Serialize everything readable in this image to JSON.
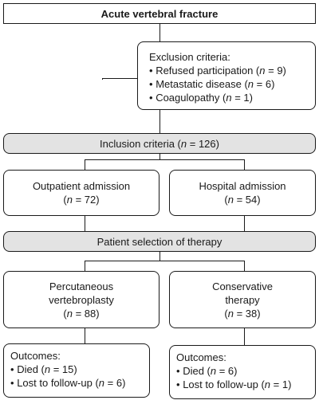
{
  "top": {
    "title": "Acute vertebral fracture"
  },
  "exclusion": {
    "heading": "Exclusion criteria:",
    "items": [
      {
        "bullet": "•",
        "label": "Refused participation (",
        "n_sym": "n",
        "n_val": " = 9)"
      },
      {
        "bullet": "•",
        "label": "Metastatic disease (",
        "n_sym": "n",
        "n_val": " = 6)"
      },
      {
        "bullet": "•",
        "label": "Coagulopathy (",
        "n_sym": "n",
        "n_val": " = 1)"
      }
    ]
  },
  "inclusion": {
    "label": "Inclusion criteria (",
    "n_sym": "n",
    "n_val": " = 126)"
  },
  "outpatient": {
    "label": "Outpatient admission",
    "n_open": "(",
    "n_sym": "n",
    "n_val": " = 72)"
  },
  "hospital": {
    "label": "Hospital admission",
    "n_open": "(",
    "n_sym": "n",
    "n_val": " = 54)"
  },
  "selection": {
    "label": "Patient selection of therapy"
  },
  "vertebroplasty": {
    "line1": "Percutaneous",
    "line2": "vertebroplasty",
    "n_open": "(",
    "n_sym": "n",
    "n_val": " = 88)"
  },
  "conservative": {
    "line1": "Conservative",
    "line2": "therapy",
    "n_open": "(",
    "n_sym": "n",
    "n_val": " = 38)"
  },
  "outcomes_left": {
    "heading": "Outcomes:",
    "items": [
      {
        "bullet": "•",
        "label": "Died (",
        "n_sym": "n",
        "n_val": " = 15)"
      },
      {
        "bullet": "•",
        "label": "Lost to follow-up (",
        "n_sym": "n",
        "n_val": " = 6)"
      }
    ]
  },
  "outcomes_right": {
    "heading": "Outcomes:",
    "items": [
      {
        "bullet": "•",
        "label": "Died (",
        "n_sym": "n",
        "n_val": " = 6)"
      },
      {
        "bullet": "•",
        "label": "Lost to follow-up (",
        "n_sym": "n",
        "n_val": " = 1)"
      }
    ]
  }
}
